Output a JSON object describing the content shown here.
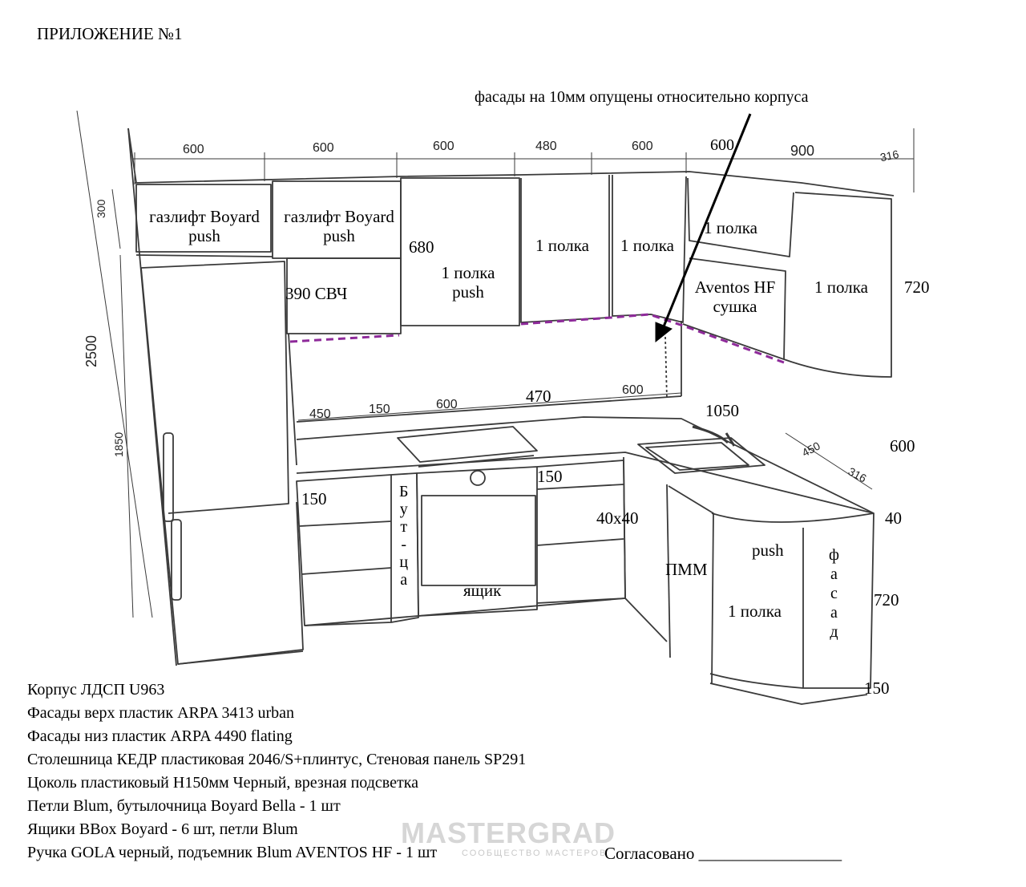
{
  "title": "ПРИЛОЖЕНИЕ №1",
  "annotation": "фасады на 10мм опущены относительно корпуса",
  "top_dimensions": [
    "600",
    "600",
    "600",
    "480",
    "600",
    "600",
    "900",
    "316"
  ],
  "left_dimensions": {
    "total_height": "2500",
    "upper": "300",
    "lower": "1850"
  },
  "upper_modules": {
    "gaslift_1": "газлифт Boyard push",
    "gaslift_2": "газлифт Boyard push",
    "microwave": "390 СВЧ",
    "height_680": "680",
    "shelf_push": "1 полка push",
    "shelf_a": "1 полка",
    "shelf_b": "1 полка",
    "shelf_c": "1 полка",
    "aventos": "Aventos HF сушка",
    "shelf_d": "1 полка",
    "height_720": "720"
  },
  "worktop_dimensions": [
    "450",
    "150",
    "600",
    "470",
    "600",
    "1050",
    "450",
    "316"
  ],
  "right_dimensions": {
    "backsplash": "600",
    "worktop": "40",
    "base": "720",
    "plinth": "150"
  },
  "lower_modules": {
    "drawer_150_left": "150",
    "bottle_rack": [
      "Б",
      "у",
      "т",
      "-",
      "ц",
      "а"
    ],
    "oven_150": "150",
    "drawer": "ящик",
    "corner": "40х40",
    "dishwasher": "ПММ",
    "push": "push",
    "shelf": "1 полка",
    "facade": [
      "ф",
      "а",
      "с",
      "а",
      "д"
    ]
  },
  "notes": [
    "Корпус ЛДСП U963",
    "Фасады верх пластик ARPA 3413 urban",
    "Фасады низ пластик ARPA 4490 flating",
    "Столешница КЕДР пластиковая 2046/S+плинтус, Стеновая панель SP291",
    "Цоколь пластиковый Н150мм Черный, врезная подсветка",
    "Петли Blum, бутылочница Boyard Bella - 1 шт",
    "Ящики BBox Boyard - 6 шт, петли Blum",
    "Ручка GOLA черный, подъемник Blum AVENTOS HF - 1 шт"
  ],
  "approval": "Согласовано _________________",
  "watermark": {
    "brand": "MASTERGRAD",
    "tagline": "СООБЩЕСТВО МАСТЕРОВ"
  },
  "colors": {
    "line": "#333333",
    "dashed_marker": "#8e2a9a",
    "watermark": "#c9c9c9"
  }
}
